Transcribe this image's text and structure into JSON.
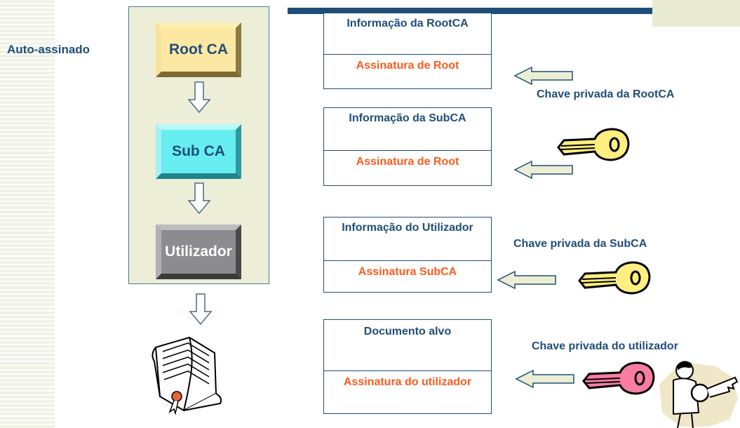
{
  "auto_signed_label": "Auto-assinado",
  "hierarchy": {
    "root": "Root CA",
    "sub": "Sub CA",
    "user": "Utilizador"
  },
  "certificates": [
    {
      "info": "Informação da RootCA",
      "signature": "Assinatura de Root"
    },
    {
      "info": "Informação da SubCA",
      "signature": "Assinatura de Root"
    },
    {
      "info": "Informação do Utilizador",
      "signature": "Assinatura SubCA"
    },
    {
      "info": "Documento alvo",
      "signature": "Assinatura do utilizador"
    }
  ],
  "keys": {
    "root": "Chave privada da RootCA",
    "sub": "Chave privada da SubCA",
    "user": "Chave privada do utilizador"
  },
  "colors": {
    "navy": "#1f4e79",
    "signature_orange": "#ff5a1f",
    "root_box": "#fde8a3",
    "sub_box": "#66eef0",
    "user_box": "#8c8c90",
    "key_yellow": "#ffef80",
    "key_pink": "#f87ca4"
  }
}
